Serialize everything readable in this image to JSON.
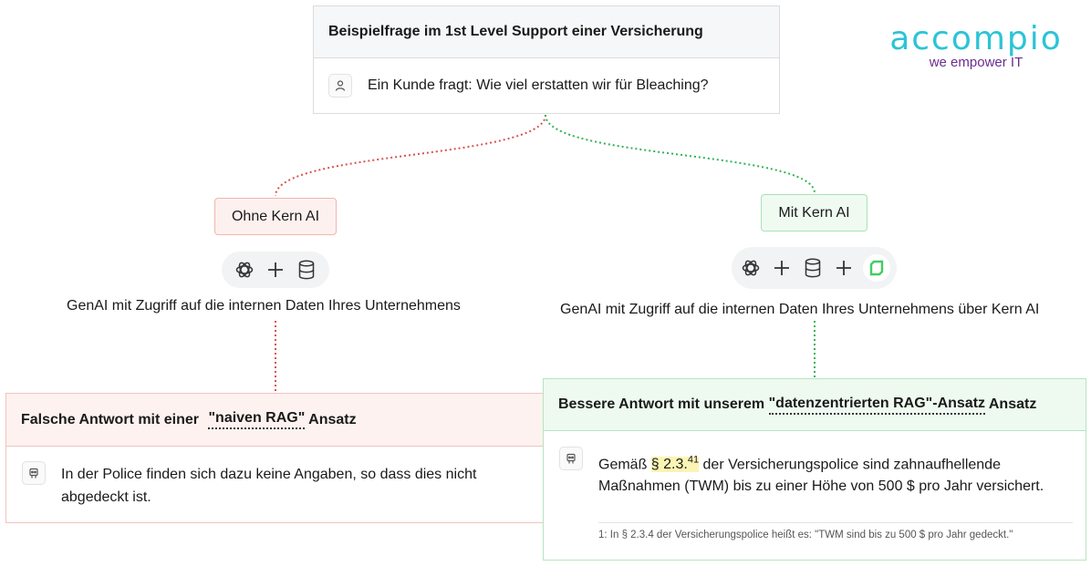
{
  "question_card": {
    "title": "Beispielfrage im 1st Level Support einer Versicherung",
    "text": "Ein Kunde fragt: Wie viel erstatten wir für Bleaching?",
    "icon": "user-icon"
  },
  "logo": {
    "name": "accompio",
    "tagline": "we empower IT",
    "color": "#2bc4d6",
    "tagline_color": "#6a2c91"
  },
  "left": {
    "pill_label": "Ohne Kern AI",
    "toolbar_icons": [
      "openai-icon",
      "plus-icon",
      "database-icon"
    ],
    "caption": "GenAI mit Zugriff auf die internen Daten Ihres Unternehmens",
    "answer_title_pre": "Falsche Antwort mit einer ",
    "answer_title_link": "\"naiven RAG\"",
    "answer_title_post": " Ansatz",
    "answer_text": "In der Police finden sich dazu keine Angaben, so dass dies nicht abgedeckt ist.",
    "connector_color": "#d9534f",
    "pill_bg": "#fdf1ef",
    "pill_border": "#f0b6ad"
  },
  "right": {
    "pill_label": "Mit Kern AI",
    "toolbar_icons": [
      "openai-icon",
      "plus-icon",
      "database-icon",
      "plus-icon",
      "kern-ai-icon"
    ],
    "caption": "GenAI mit Zugriff auf die internen Daten Ihres Unternehmens über Kern AI",
    "answer_title_pre": "Bessere Antwort mit unserem ",
    "answer_title_link": "\"datenzentrierten RAG\"-Ansatz",
    "answer_title_post": " Ansatz",
    "answer_text_pre": "Gemäß ",
    "answer_ref": "§ 2.3.",
    "answer_sup": "41",
    "answer_text_post": " der Versicherungspolice sind zahnaufhellende Maßnahmen (TWM) bis zu einer Höhe von 500 $ pro Jahr versichert.",
    "footnote": "1: In § 2.3.4 der Versicherungspolice heißt es: \"TWM sind bis zu 500 $ pro Jahr gedeckt.\"",
    "connector_color": "#2fb457",
    "pill_bg": "#effbf1",
    "pill_border": "#a9e2b5"
  }
}
